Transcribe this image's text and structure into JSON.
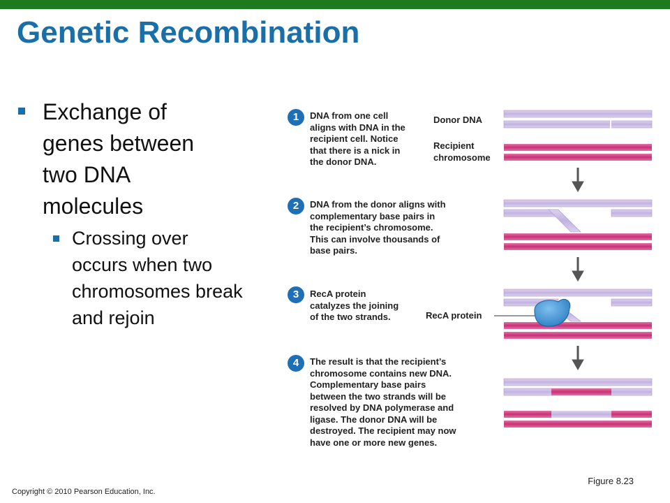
{
  "slide": {
    "title": "Genetic Recombination",
    "bullet_main": "Exchange of genes between two DNA molecules",
    "bullet_sub": "Crossing over occurs when two chromosomes break and rejoin",
    "figure_label": "Figure 8.23",
    "copyright": "Copyright © 2010 Pearson Education, Inc."
  },
  "diagram": {
    "steps": [
      {
        "num": "1",
        "lines": [
          "DNA from one cell",
          "aligns with DNA in the",
          "recipient cell. Notice",
          "that there is a nick in",
          "the donor DNA."
        ]
      },
      {
        "num": "2",
        "lines": [
          "DNA from the donor aligns with",
          "complementary base pairs in",
          "the recipient’s chromosome.",
          "This can involve thousands of",
          "base pairs."
        ]
      },
      {
        "num": "3",
        "lines": [
          "RecA protein",
          "catalyzes the joining",
          "of the two strands."
        ]
      },
      {
        "num": "4",
        "lines": [
          "The result is that the recipient’s",
          "chromosome contains new DNA.",
          "Complementary base pairs",
          "between the two strands will be",
          "resolved by DNA polymerase and",
          "ligase. The donor DNA will be",
          "destroyed. The recipient may now",
          "have one or more new genes."
        ]
      }
    ],
    "labels": {
      "donor": "Donor DNA",
      "recipient_line1": "Recipient",
      "recipient_line2": "chromosome",
      "reca": "RecA protein"
    },
    "colors": {
      "topbar": "#1f7a1f",
      "title": "#1a6fa8",
      "step_circle": "#1f6fb5",
      "donor_strand": "#c8b8e0",
      "donor_edge": "#9a86c4",
      "recipient_strand": "#d0407e",
      "recipient_light": "#e888b4",
      "reca_protein": "#3a8fd0",
      "arrow": "#555555"
    }
  }
}
